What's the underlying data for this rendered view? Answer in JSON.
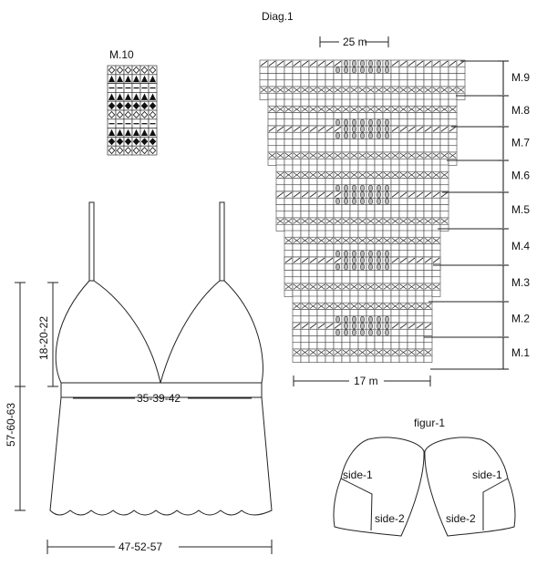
{
  "garment": {
    "bust_width": "35-39-42",
    "lower_width": "47-52-57",
    "total_length": "57-60-63",
    "cup_height": "18-20-22"
  },
  "diagram": {
    "title": "Diag.1",
    "top_count": "25 m",
    "bottom_count": "17 m",
    "section_labels": [
      "M.9",
      "M.8",
      "M.7",
      "M.6",
      "M.5",
      "M.4",
      "M.3",
      "M.2",
      "M.1"
    ]
  },
  "chart_m10": {
    "title": "M.10",
    "rows": [
      "diamond-open",
      "triangle",
      "dash",
      "triangle",
      "diamond-filled",
      "diamond-open",
      "dash",
      "triangle",
      "diamond-filled",
      "diamond-open"
    ]
  },
  "figure": {
    "title": "figur-1",
    "left_cup": {
      "label_top": "side-1",
      "label_bottom": "side-2"
    },
    "right_cup": {
      "label_top": "side-1",
      "label_bottom": "side-2"
    }
  }
}
